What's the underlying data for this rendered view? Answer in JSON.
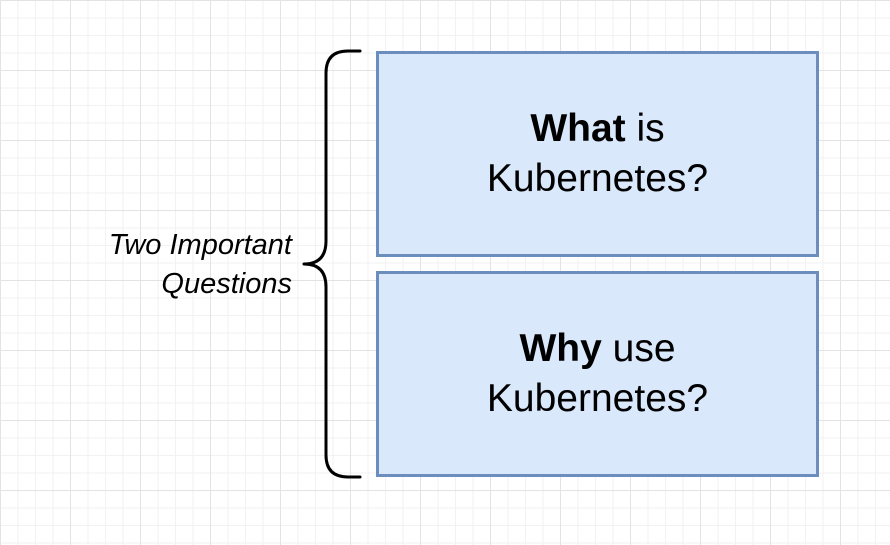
{
  "label": {
    "line1": "Two Important",
    "line2": "Questions"
  },
  "questions": [
    {
      "bold": "What",
      "rest": " is",
      "line2": "Kubernetes?"
    },
    {
      "bold": "Why",
      "rest": " use",
      "line2": "Kubernetes?"
    }
  ],
  "colors": {
    "box_fill": "#dae8fc",
    "box_border": "#6c8ebf",
    "brace": "#000000",
    "grid": "#e3e3e3"
  }
}
